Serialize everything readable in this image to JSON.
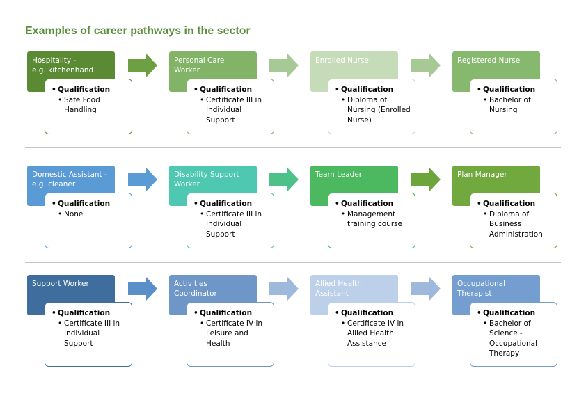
{
  "title": "Examples of career pathways in the sector",
  "qualification_heading": "Qualification",
  "bullet": "•",
  "rows": [
    {
      "steps": [
        {
          "role": "Hospitality -\ne.g. kitchenhand",
          "qualification": "Safe Food Handling",
          "color": "#5a8a34",
          "border": "#5a8a34"
        },
        {
          "role": "Personal Care Worker",
          "qualification": "Certificate III in Individual Support",
          "color": "#82b366",
          "border": "#82b366"
        },
        {
          "role": "Enrolled Nurse",
          "qualification": "Diploma of Nursing (Enrolled Nurse)",
          "color": "#c6dcb9",
          "border": "#c6dcb9"
        },
        {
          "role": "Registered Nurse",
          "qualification": "Bachelor of Nursing",
          "color": "#86b96e",
          "border": "#86b96e"
        }
      ],
      "arrow_colors": [
        "#6ea043",
        "#a7c995",
        "#a7c995"
      ]
    },
    {
      "steps": [
        {
          "role": "Domestic Assistant -\ne.g. cleaner",
          "qualification": "None",
          "color": "#5b9bd5",
          "border": "#5b9bd5"
        },
        {
          "role": "Disability Support Worker",
          "qualification": "Certificate III in Individual Support",
          "color": "#4fc8b2",
          "border": "#4fc8b2"
        },
        {
          "role": "Team Leader",
          "qualification": "Management training course",
          "color": "#4cb85f",
          "border": "#4cb85f"
        },
        {
          "role": "Plan Manager",
          "qualification": "Diploma of Business Administration",
          "color": "#71a93f",
          "border": "#71a93f"
        }
      ],
      "arrow_colors": [
        "#5b9bd5",
        "#4ec08a",
        "#6ea43c"
      ]
    },
    {
      "steps": [
        {
          "role": "Support Worker",
          "qualification": "Certificate III in Individual Support",
          "color": "#3f6e9e",
          "border": "#3f6e9e"
        },
        {
          "role": "Activities Coordinator",
          "qualification": "Certificate IV in Leisure and Health",
          "color": "#6e97c8",
          "border": "#6e97c8"
        },
        {
          "role": "Allied Health Assistant",
          "qualification": "Certificate IV in Allied Health Assistance",
          "color": "#bcd0e9",
          "border": "#bcd0e9"
        },
        {
          "role": "Occupational Therapist",
          "qualification": "Bachelor of Science - Occupational Therapy",
          "color": "#749ecf",
          "border": "#749ecf"
        }
      ],
      "arrow_colors": [
        "#5b8fc9",
        "#9fb9dd",
        "#9fb9dd"
      ]
    }
  ]
}
